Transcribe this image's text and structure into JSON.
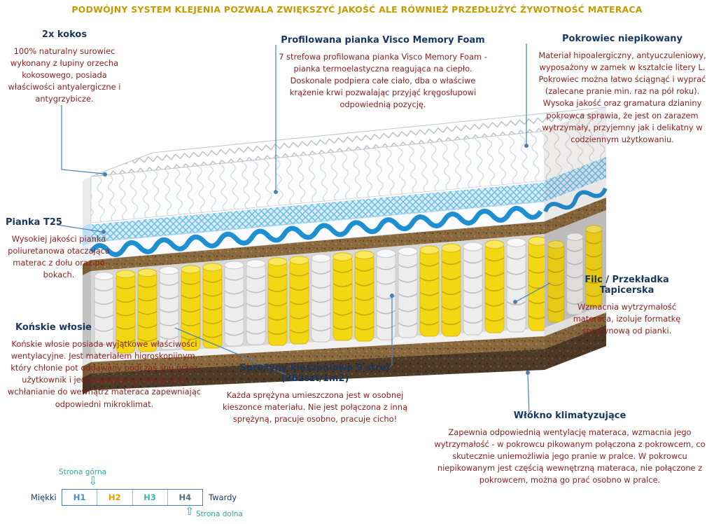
{
  "banner": {
    "text": "PODWÓJNY SYSTEM KLEJENIA POZWALA ZWIĘKSZYĆ JAKOŚĆ ALE RÓWNIEŻ PRZEDŁUŻYĆ ŻYWOTNOŚĆ MATERACA",
    "color": "#c79b00"
  },
  "colors": {
    "heading": "#17375e",
    "body": "#8a1e1e",
    "banner": "#c79b00",
    "accent": "#2fa8a8",
    "callout": "#4a7fb5"
  },
  "annotations": {
    "kokos": {
      "title": "2x kokos",
      "body": "100% naturalny surowiec wykonany z łupiny orzecha kokosowego, posiada właściwości antyalergiczne i antygrzybicze."
    },
    "pianka_t25": {
      "title": "Pianka T25",
      "body": "Wysokiej jakości pianka poliuretanowa otaczająca materac z dołu oraz po bokach."
    },
    "konskie": {
      "title": "Końskie włosie",
      "body": "Końskie włosie posiada wyjątkowe właściwości wentylacyjne. Jest materiałem higroskopijnym, który chłonie pot oddawany podczas snu przez użytkownik i jednocześnie ogranicza jego wchłanianie do wewnątrz materaca zapewniając odpowiedni mikroklimat."
    },
    "visco": {
      "title": "Profilowana pianka Visco Memory Foam",
      "body": "7 strefowa profilowana pianka Visco Memory Foam - pianka termoelastyczna reagująca na ciepło.  Doskonale podpiera całe ciało, dba o właściwe krążenie krwi pozwalając przyjąć kręgosłupowi odpowiednią pozycję."
    },
    "sprezyny": {
      "title": "Sprężyny kieszeniowe 9 stref (262szt/1m2)",
      "body": "Każda sprężyna umieszczona jest w osobnej kieszonce materiału. Nie jest połączona z inną sprężyną, pracuje osobno, pracuje cicho!"
    },
    "pokrowiec": {
      "title": "Pokrowiec niepikowany",
      "body": "Materiał hipoalergiczny, antyuczuleniowy, wyposażony w zamek w kształcie litery L. Pokrowiec można łatwo ściągnąć i wyprać (zalecane pranie min.  raz na pół roku). Wysoka jakość oraz gramatura dzianiny pokrowca sprawia, że jest on zarazem wytrzymały, przyjemny jak i delikatny w codziennym użytkowaniu."
    },
    "filc": {
      "title": "Filc / Przekładka Tapicerska",
      "body": "Wzmacnia wytrzymałość materaca, izoluje formatkę sprężynową od pianki."
    },
    "wlokno": {
      "title": "Włókno klimatyzujące",
      "body": "Zapewnia odpowiednią wentylację materaca, wzmacnia jego wytrzymałość - w pokrowcu pikowanym połączona z pokrowcem, co skutecznie uniemożliwia jego pranie w pralce. W pokrowcu niepikowanym jest częścią wewnętrzną materaca, nie połączone z pokrowcem, można go prać osobno w pralce."
    }
  },
  "scale": {
    "top_label": "Strona górna",
    "bottom_label": "Strona dolna",
    "soft_label": "Miękki",
    "hard_label": "Twardy",
    "arrow_down": "⇩",
    "arrow_up": "⇧",
    "levels": [
      {
        "label": "H1",
        "color": "#3f8fc4"
      },
      {
        "label": "H2",
        "color": "#e0a100"
      },
      {
        "label": "H3",
        "color": "#3fb3aa"
      },
      {
        "label": "H4",
        "color": "#546e7a"
      }
    ]
  }
}
